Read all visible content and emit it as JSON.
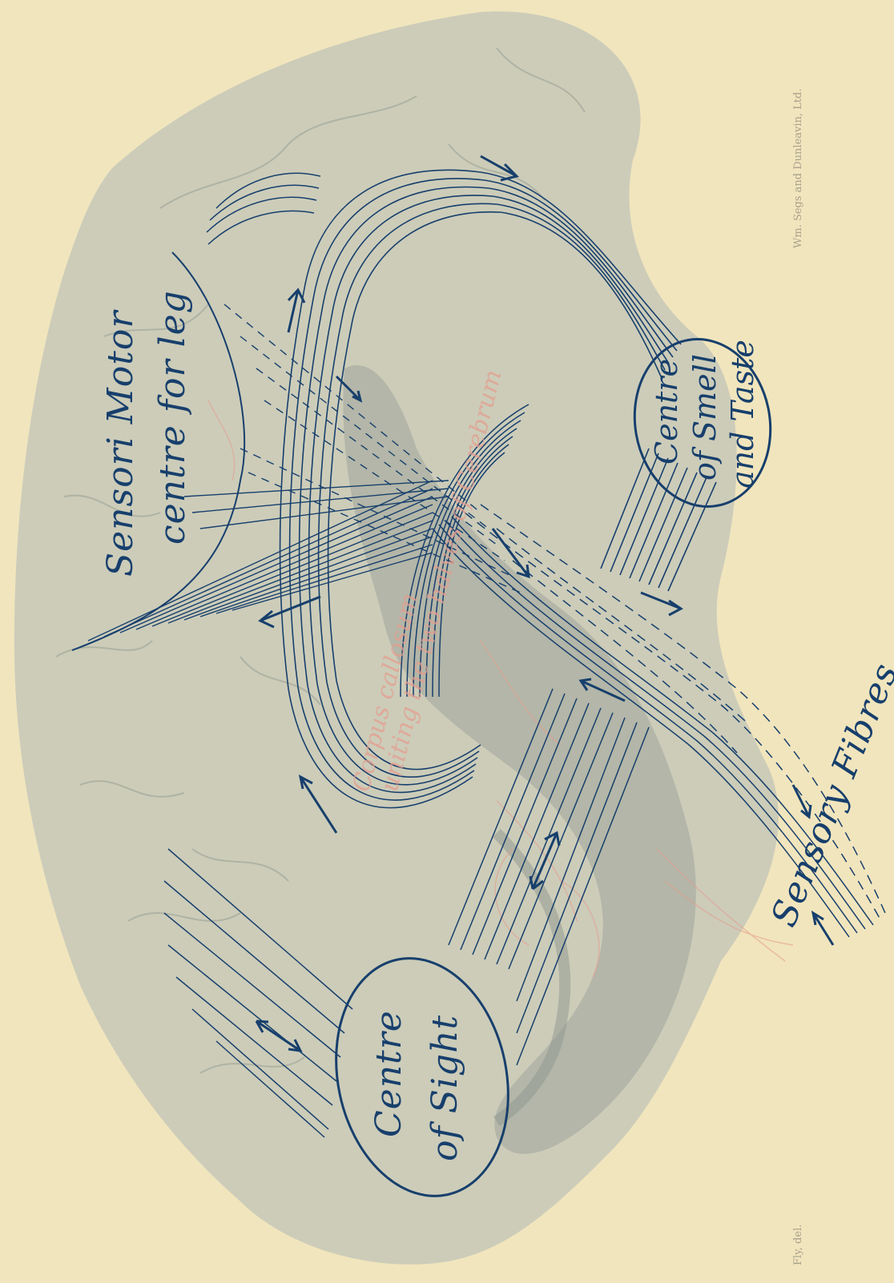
{
  "labels": {
    "sensori_motor_line1": "Sensori  Motor",
    "sensori_motor_line2": "centre for leg",
    "smell_line1": "Centre",
    "smell_line2": "of Smell",
    "smell_line3": "and Taste",
    "sight_line1": "Centre",
    "sight_line2": "of  Sight",
    "sensory_fibres": "Sensory Fibres",
    "corpus_line1": "Corpus callosum",
    "corpus_line2": "uniting the two halves of Cerebrum",
    "printer_credit": "Wm. Segs and Dunleavin, Ltd.",
    "artist_credit": "Fly, del."
  },
  "colors": {
    "paper": "#f1e5bd",
    "brain": "#c4c6b6",
    "brain_dark": "#9ea49a",
    "fibre": "#173f6c",
    "red_vessels": "#e59e8f"
  }
}
